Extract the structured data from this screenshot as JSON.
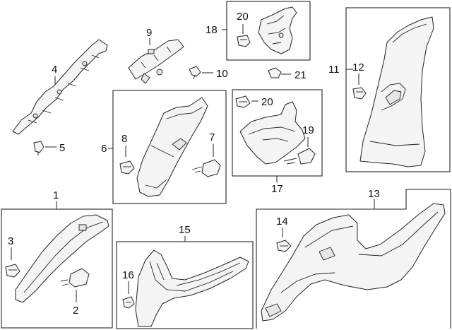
{
  "callouts": {
    "c1": "1",
    "c2": "2",
    "c3": "3",
    "c4": "4",
    "c5": "5",
    "c6": "6",
    "c7": "7",
    "c8": "8",
    "c9": "9",
    "c10": "10",
    "c11": "11",
    "c12": "12",
    "c13": "13",
    "c14": "14",
    "c15": "15",
    "c16": "16",
    "c17": "17",
    "c18": "18",
    "c19": "19",
    "c20a": "20",
    "c20b": "20",
    "c21": "21"
  }
}
